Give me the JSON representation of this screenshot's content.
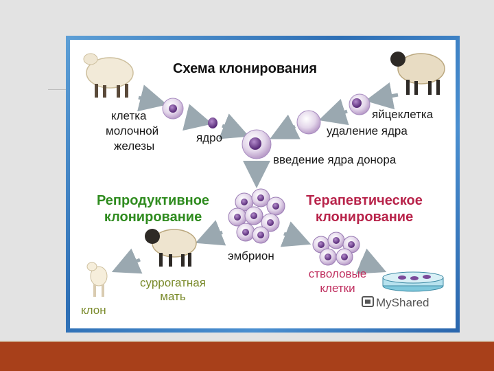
{
  "title": "Схема клонирования",
  "labels": {
    "mammary_cell_1": "клетка",
    "mammary_cell_2": "молочной",
    "mammary_cell_3": "железы",
    "nucleus": "ядро",
    "egg": "яйцеклетка",
    "nucleus_removal": "удаление ядра",
    "donor_nucleus": "введение ядра донора",
    "reproductive": "Репродуктивное клонирование",
    "therapeutic": "Терапевтическое клонирование",
    "embryo": "эмбрион",
    "stem_cells": "стволовые клетки",
    "surrogate": "суррогатная мать",
    "clone": "клон"
  },
  "watermark": "MyShared",
  "colors": {
    "accent_green": "#2e8b1e",
    "accent_red": "#b8234a",
    "cell_purple": "#8c5fa8",
    "arrow": "#9aa8b0",
    "bottom_bar": "#a8401a"
  },
  "icons": [
    "sheep-icon",
    "cell-icon",
    "nucleus-icon",
    "embryo-icon",
    "petri-dish-icon",
    "lamb-icon",
    "myshared-logo-icon"
  ]
}
